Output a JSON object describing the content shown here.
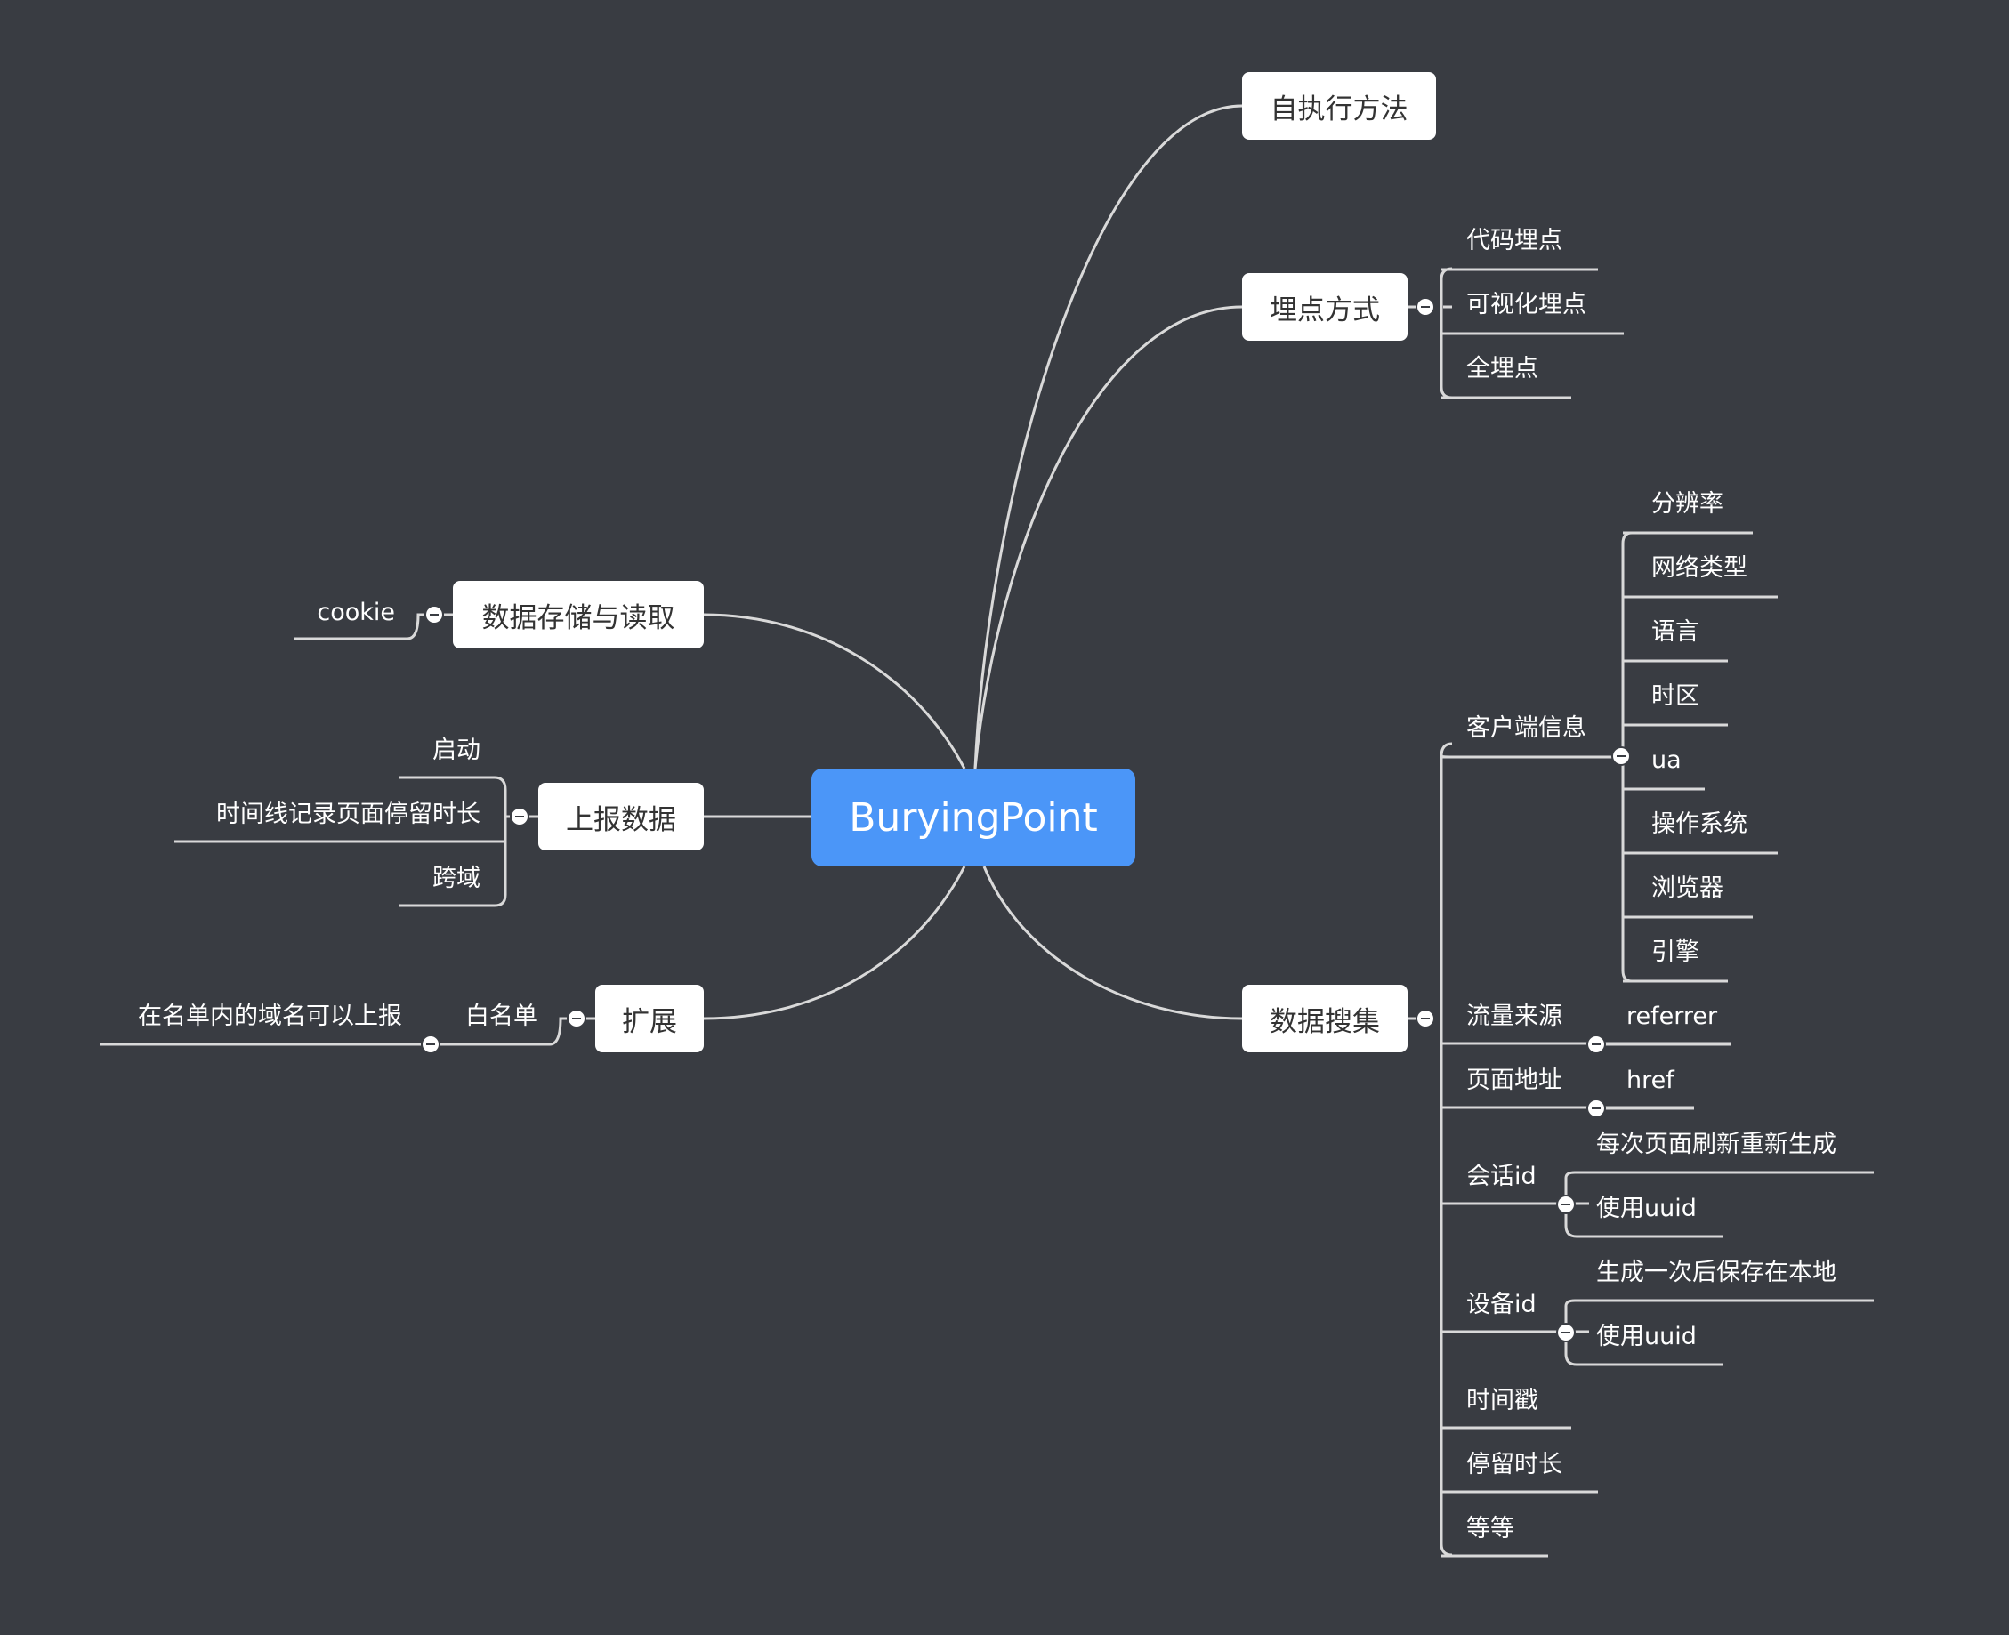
{
  "root": {
    "label": "BuryingPoint"
  },
  "topics": {
    "self_exec": {
      "label": "自执行方法"
    },
    "burying_method": {
      "label": "埋点方式",
      "items": [
        "代码埋点",
        "可视化埋点",
        "全埋点"
      ]
    },
    "data_collect": {
      "label": "数据搜集",
      "client_info": {
        "label": "客户端信息",
        "items": [
          "分辨率",
          "网络类型",
          "语言",
          "时区",
          "ua",
          "操作系统",
          "浏览器",
          "引擎"
        ]
      },
      "traffic_source": {
        "label": "流量来源",
        "child": "referrer"
      },
      "page_address": {
        "label": "页面地址",
        "child": "href"
      },
      "session_id": {
        "label": "会话id",
        "items": [
          "每次页面刷新重新生成",
          "使用uuid"
        ]
      },
      "device_id": {
        "label": "设备id",
        "items": [
          "生成一次后保存在本地",
          "使用uuid"
        ]
      },
      "others": [
        "时间戳",
        "停留时长",
        "等等"
      ]
    },
    "storage": {
      "label": "数据存储与读取",
      "items": [
        "cookie"
      ]
    },
    "report": {
      "label": "上报数据",
      "items": [
        "启动",
        "时间线记录页面停留时长",
        "跨域"
      ]
    },
    "extend": {
      "label": "扩展",
      "whitelist": {
        "label": "白名单",
        "child": "在名单内的域名可以上报"
      }
    }
  },
  "colors": {
    "background": "#393c42",
    "root_fill": "#4b96f8",
    "topic_fill": "#ffffff",
    "line": "#d9d9d9",
    "text_light": "#ffffff"
  }
}
